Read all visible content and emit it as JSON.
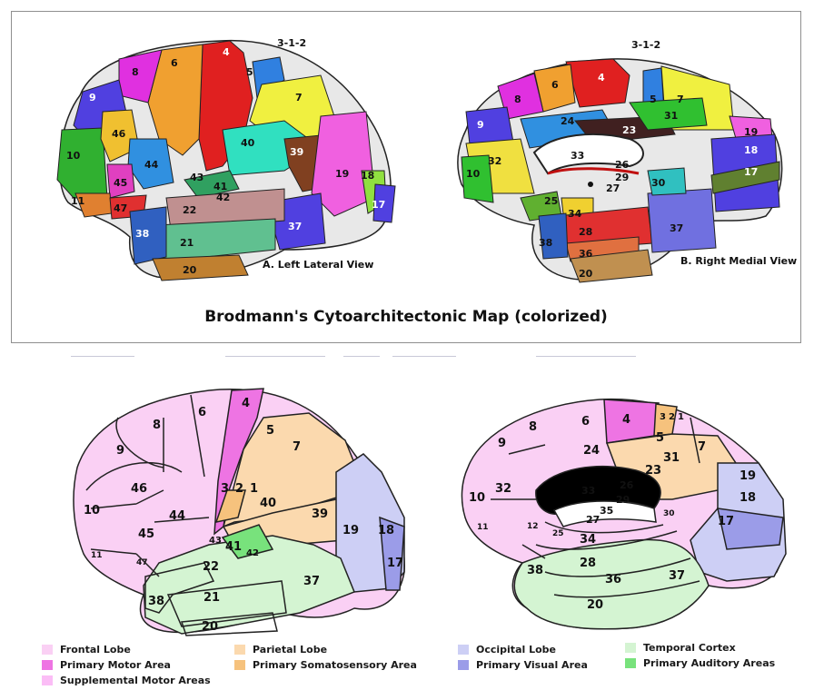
{
  "top_panel": {
    "caption": "Brodmann's Cytoarchitectonic Map (colorized)",
    "left_view_label": "A. Left Lateral View",
    "right_view_label": "B. Right Medial View",
    "left_areas": [
      "3-1-2",
      "4",
      "6",
      "8",
      "9",
      "46",
      "10",
      "44",
      "45",
      "11",
      "47",
      "43",
      "41",
      "42",
      "40",
      "39",
      "5",
      "7",
      "22",
      "21",
      "38",
      "20",
      "37",
      "19",
      "18",
      "17"
    ],
    "right_areas": [
      "3-1-2",
      "4",
      "6",
      "8",
      "5",
      "7",
      "9",
      "24",
      "23",
      "31",
      "19",
      "18",
      "17",
      "32",
      "33",
      "26",
      "29",
      "30",
      "27",
      "10",
      "25",
      "34",
      "28",
      "36",
      "38",
      "20",
      "37"
    ]
  },
  "bottom_panel": {
    "left_areas": [
      "4",
      "6",
      "8",
      "9",
      "5",
      "7",
      "46",
      "10",
      "45",
      "44",
      "3",
      "2",
      "1",
      "40",
      "39",
      "43",
      "41",
      "42",
      "11",
      "47",
      "22",
      "19",
      "18",
      "17",
      "37",
      "38",
      "21",
      "20"
    ],
    "right_areas": [
      "6",
      "4",
      "3",
      "2",
      "1",
      "8",
      "9",
      "5",
      "7",
      "24",
      "31",
      "23",
      "10",
      "32",
      "33",
      "26",
      "29",
      "19",
      "35",
      "30",
      "27",
      "11",
      "12",
      "25",
      "18",
      "17",
      "34",
      "28",
      "36",
      "38",
      "37",
      "20"
    ]
  },
  "legend": {
    "items": [
      {
        "label": "Frontal Lobe",
        "color": "#fad0f4"
      },
      {
        "label": "Primary Motor Area",
        "color": "#ee74e3"
      },
      {
        "label": "Supplemental Motor Areas",
        "color": "#fbbdf6"
      },
      {
        "label": "Parietal Lobe",
        "color": "#fbd9ae"
      },
      {
        "label": "Primary Somatosensory Area",
        "color": "#f6c27d"
      },
      {
        "label": "Occipital Lobe",
        "color": "#cdcff5"
      },
      {
        "label": "Primary Visual Area",
        "color": "#9b9ce8"
      },
      {
        "label": "Temporal Cortex",
        "color": "#d4f4d2"
      },
      {
        "label": "Primary Auditory Areas",
        "color": "#78e27c"
      }
    ]
  }
}
